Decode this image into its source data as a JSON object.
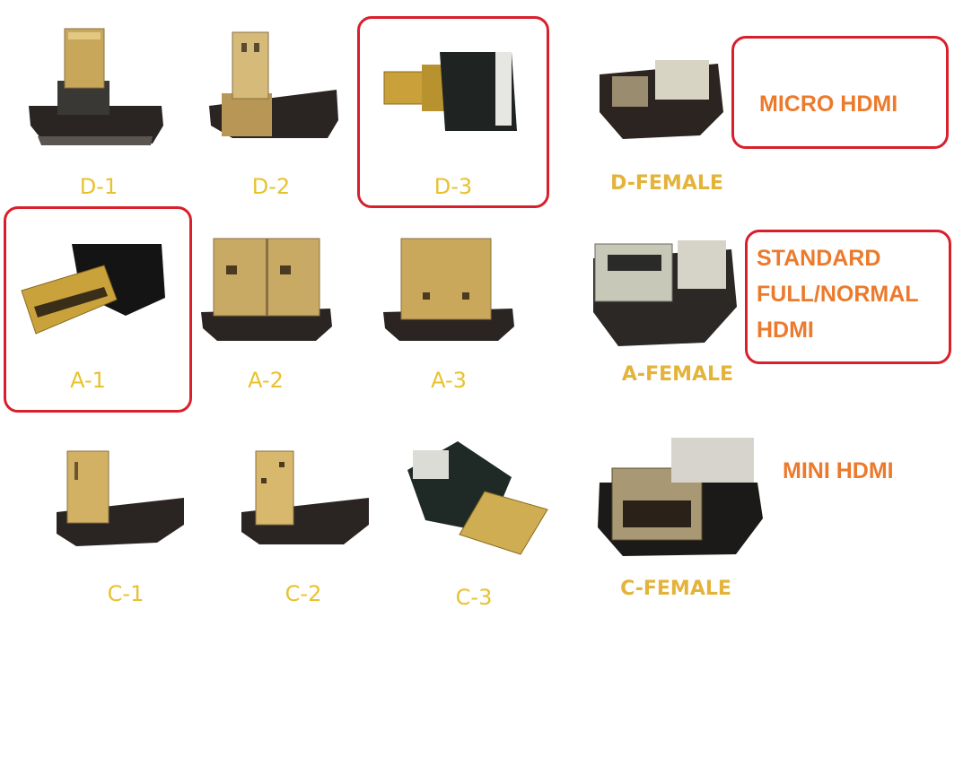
{
  "categories": {
    "micro": "MICRO HDMI",
    "standard": [
      "STANDARD",
      "FULL/NORMAL",
      "HDMI"
    ],
    "mini": "MINI HDMI"
  },
  "rows": [
    {
      "type": "micro",
      "items": [
        "D-1",
        "D-2",
        "D-3",
        "D-FEMALE"
      ]
    },
    {
      "type": "standard",
      "items": [
        "A-1",
        "A-2",
        "A-3",
        "A-FEMALE"
      ]
    },
    {
      "type": "mini",
      "items": [
        "C-1",
        "C-2",
        "C-3",
        "C-FEMALE"
      ]
    }
  ],
  "highlighted": [
    "D-3",
    "A-1"
  ],
  "colors": {
    "label": "#e8c22c",
    "category": "#ec7a2c",
    "highlight_border": "#d8202c"
  }
}
